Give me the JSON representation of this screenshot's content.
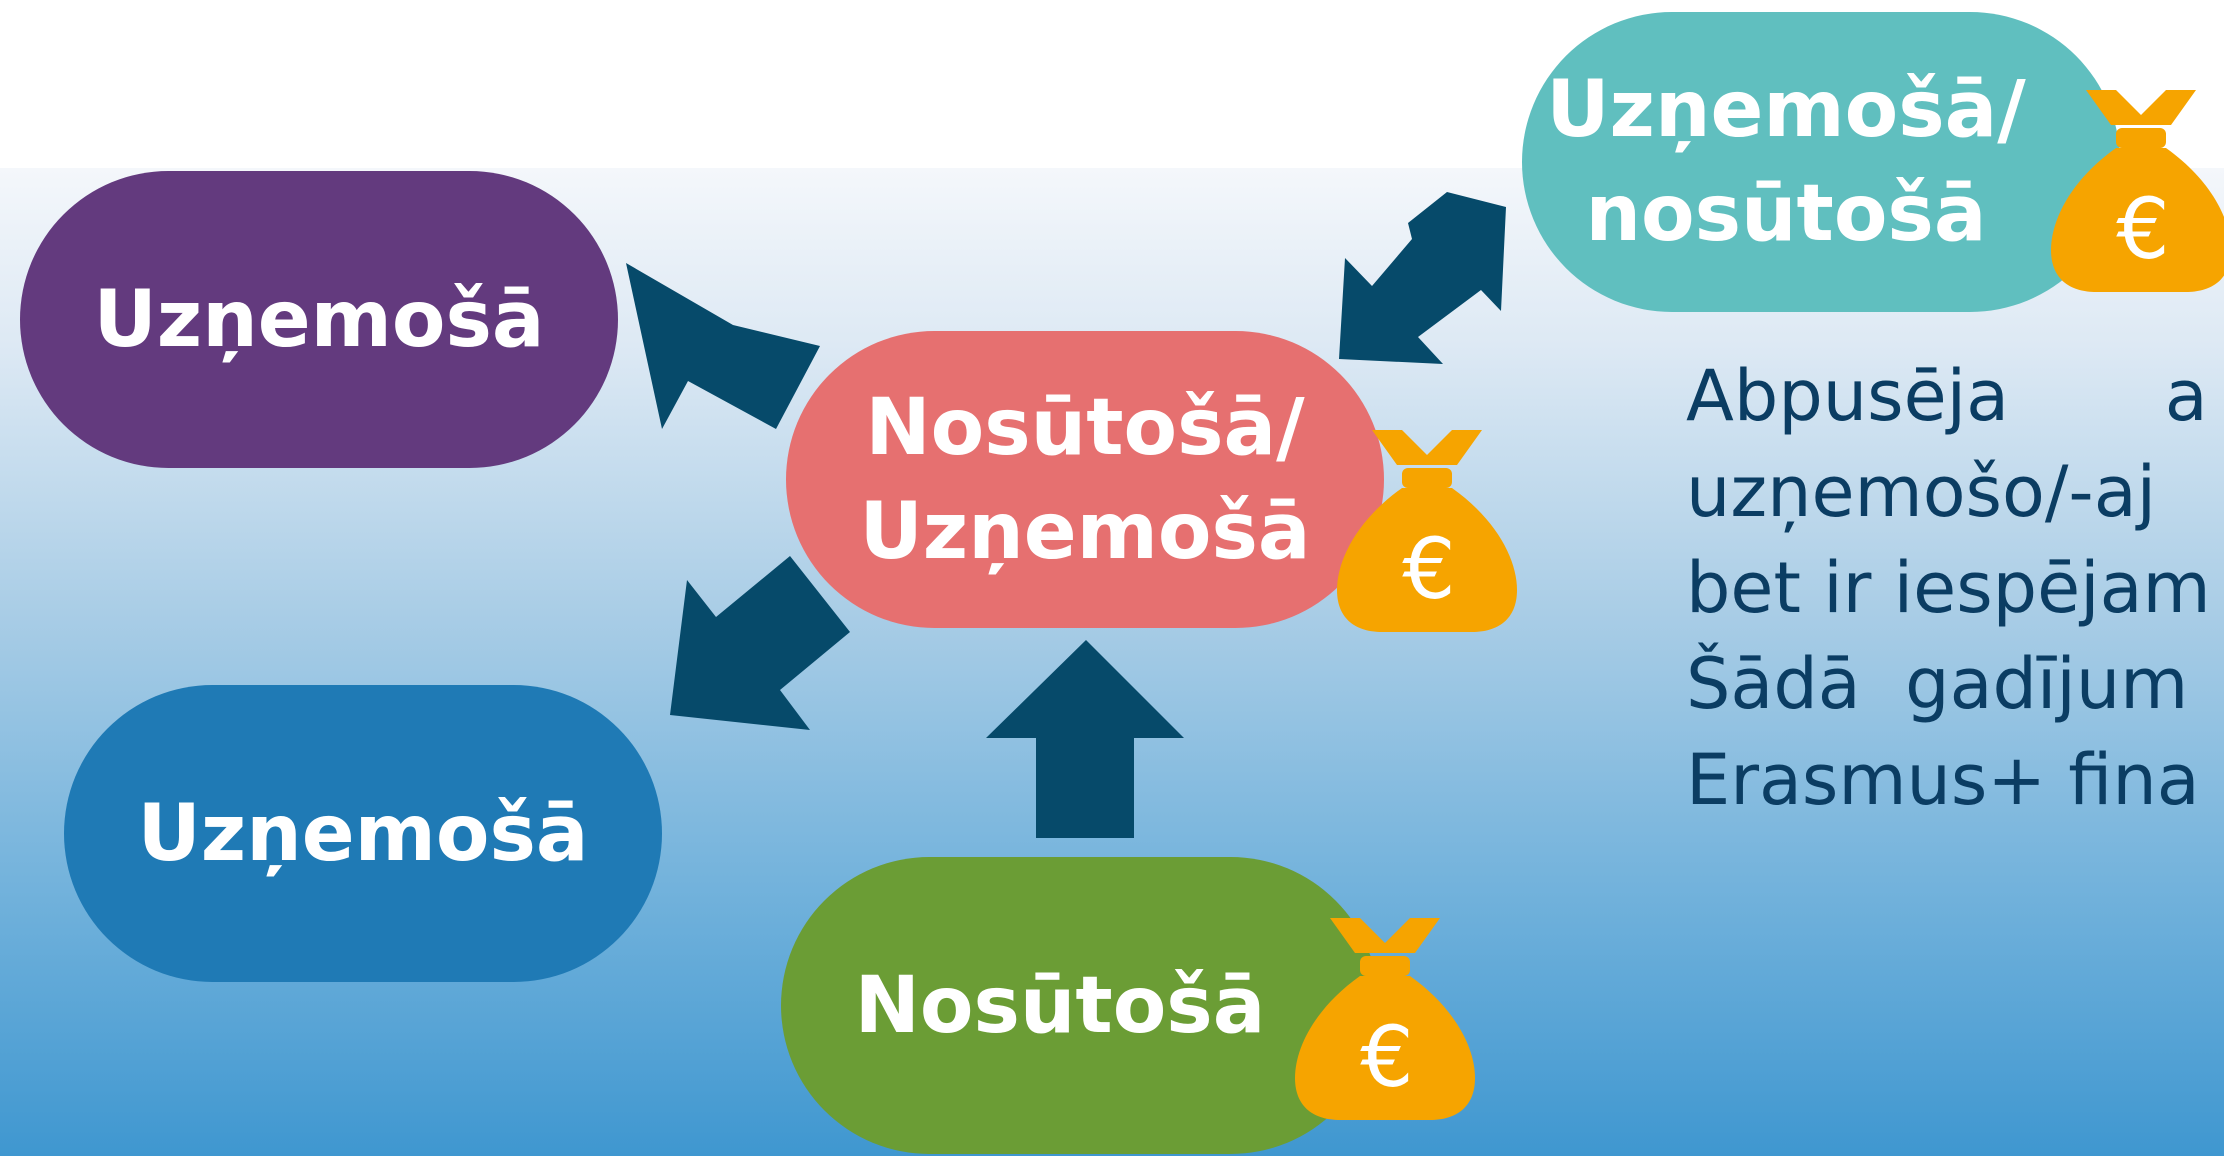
{
  "nodes": {
    "receiving_top_left": {
      "label": "Uzņemošā",
      "color": "#633a7e"
    },
    "receiving_bottom_left": {
      "label": "Uzņemošā",
      "color": "#1f7ab5"
    },
    "center": {
      "line1": "Nosūtošā/",
      "line2": "Uzņemošā",
      "color": "#e67070"
    },
    "sending_bottom": {
      "label": "Nosūtošā",
      "color": "#6b9d35"
    },
    "top_right": {
      "line1": "Uzņemošā/",
      "line2": "nosūtošā",
      "color": "#60bfbf"
    }
  },
  "money_bag": {
    "symbol": "€",
    "color": "#f6a400"
  },
  "arrow_color": "#064a6a",
  "description_lines": [
    "Abpusēja       a",
    "uzņemošo/-aj",
    "bet ir iespējam",
    "Šādā  gadījum",
    "Erasmus+ fina"
  ]
}
